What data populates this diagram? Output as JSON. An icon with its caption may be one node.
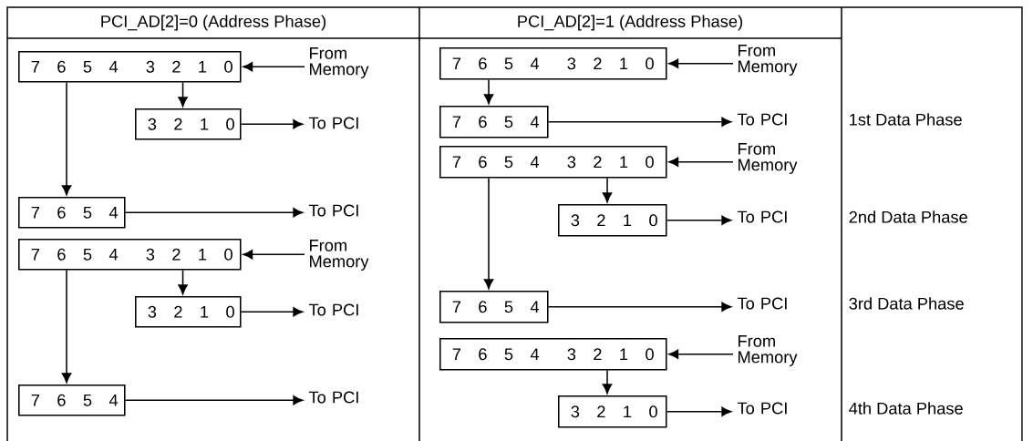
{
  "diagram": {
    "nodes": [
      {
        "text": [
          "7 6 5 4",
          "3 2 1 0"
        ]
      },
      {
        "text": [
          "From Memory"
        ]
      },
      {
        "text": [
          "3 2 1 0"
        ]
      },
      {
        "text": [
          "To PCI"
        ]
      },
      {
        "text": [
          "7 6 5 4"
        ]
      },
      {
        "text": [
          "To PCI"
        ]
      },
      {
        "text": [
          "7 6 5 4",
          "3 2 1 0"
        ]
      },
      {
        "text": [
          "From Memory"
        ]
      },
      {
        "text": [
          "3 2 1 0"
        ]
      },
      {
        "text": [
          "To PCI"
        ]
      },
      {
        "text": [
          "7 6 5 4"
        ]
      },
      {
        "text": [
          "To PCI"
        ]
      },
      {
        "text": [
          "7 6 5 4",
          "3 2 1 0"
        ]
      },
      {
        "text": [
          "From Memory"
        ]
      },
      {
        "text": [
          "7 6 5 4"
        ]
      },
      {
        "text": [
          "To PCI"
        ]
      },
      {
        "text": [
          "7 6 5 4",
          "3 2 1 0"
        ]
      },
      {
        "text": [
          "From Memory"
        ]
      },
      {
        "text": [
          "3 2 1 0"
        ]
      },
      {
        "text": [
          "To PCI"
        ]
      },
      {
        "text": [
          "7 6 5 4"
        ]
      },
      {
        "text": [
          "To PCI"
        ]
      },
      {
        "text": [
          "7 6 5 4",
          "3 2 1 0"
        ]
      },
      {
        "text": [
          "From Memory"
        ]
      },
      {
        "text": [
          "3 2 1 0"
        ]
      },
      {
        "text": [
          "To PCI"
        ]
      }
    ],
    "edges": [
      {
        "from": 1,
        "to": 0,
        "arrow": "to"
      },
      {
        "from": 0,
        "to": 2,
        "arrow": "to"
      },
      {
        "from": 2,
        "to": 3,
        "arrow": "to"
      },
      {
        "from": 0,
        "to": 4,
        "arrow": "to"
      },
      {
        "from": 4,
        "to": 5,
        "arrow": "to"
      },
      {
        "from": 7,
        "to": 6,
        "arrow": "to"
      },
      {
        "from": 6,
        "to": 8,
        "arrow": "to"
      },
      {
        "from": 8,
        "to": 9,
        "arrow": "to"
      },
      {
        "from": 6,
        "to": 10,
        "arrow": "to"
      },
      {
        "from": 10,
        "to": 11,
        "arrow": "to"
      },
      {
        "from": 13,
        "to": 12,
        "arrow": "to"
      },
      {
        "from": 12,
        "to": 14,
        "arrow": "to"
      },
      {
        "from": 14,
        "to": 15,
        "arrow": "to"
      },
      {
        "from": 17,
        "to": 16,
        "arrow": "to"
      },
      {
        "from": 16,
        "to": 18,
        "arrow": "to"
      },
      {
        "from": 18,
        "to": 19,
        "arrow": "to"
      },
      {
        "from": 16,
        "to": 20,
        "arrow": "to"
      },
      {
        "from": 20,
        "to": 21,
        "arrow": "to"
      },
      {
        "from": 23,
        "to": 22,
        "arrow": "to"
      },
      {
        "from": 22,
        "to": 24,
        "arrow": "to"
      },
      {
        "from": 24,
        "to": 25,
        "arrow": "to"
      }
    ],
    "labels": [
      "PCI_AD[2]=0 (Address Phase)",
      "PCI_AD[2]=1 (Address Phase)",
      "1st  Data Phase",
      "2nd Data Phase",
      "3rd  Data Phase",
      "4th  Data Phase"
    ]
  }
}
